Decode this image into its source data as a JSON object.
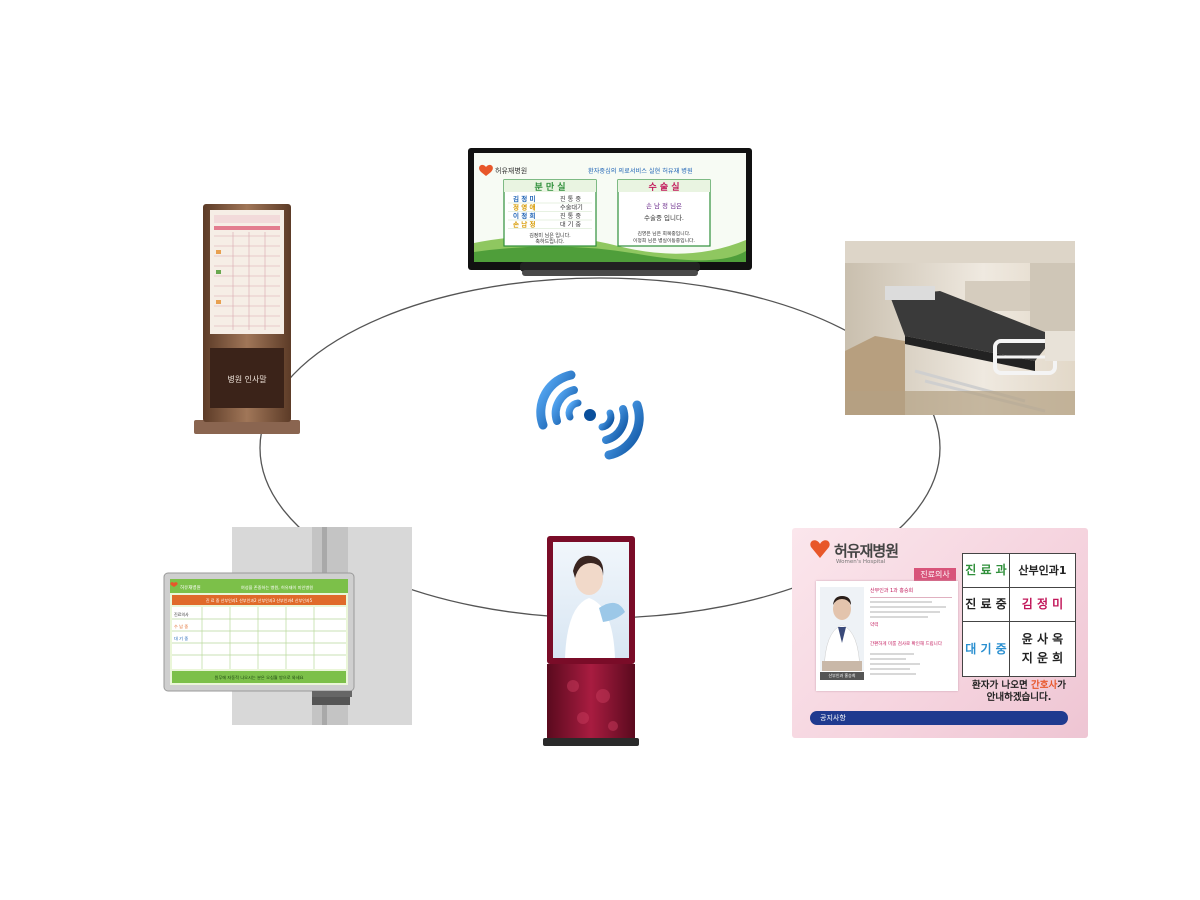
{
  "colors": {
    "ring": "#555555",
    "wifi_dark": "#0a4f9c",
    "wifi_light": "#3a8fe0",
    "logo_orange": "#e8572a",
    "tv_green": "#2f8f3a",
    "tv_sky": "#cde6f7",
    "notice_blue": "#1f3a8f",
    "pink_panel": "#f3d4de",
    "kiosk_burgundy": "#8a1030",
    "stand_bronze": "#7a5438"
  },
  "icons": {
    "center": "wifi-signal-icon",
    "logo": "heart-logo-icon"
  },
  "tv_screen": {
    "logo": "허유재병원",
    "slogan": "환자중심의 의료서비스 실현 허유재 병원",
    "left_title": "분 만 실",
    "left_rows": [
      {
        "name": "김 정 미",
        "status": "진 통 중",
        "color": "#1e63b5"
      },
      {
        "name": "정 영 애",
        "status": "수술대기",
        "color": "#d79a00"
      },
      {
        "name": "이 정 희",
        "status": "진 통 중",
        "color": "#1e63b5"
      },
      {
        "name": "손 남 정",
        "status": "대 기 중",
        "color": "#d79a00"
      }
    ],
    "left_footer": [
      "김정미 님은 입니다.",
      "축하드립니다."
    ],
    "right_title": "수 술 실",
    "right_line1": "손 남 정 님은",
    "right_line2": "수술중 입니다.",
    "right_footer": [
      "김영은 님은 회복중입니다.",
      "이정희 님은 병실이동중입니다."
    ]
  },
  "stand_kiosk": {
    "label": "병원 인사말"
  },
  "wall_display": {
    "logo": "허유재병원",
    "banner": "여성을 존중하는 병원, 허유재이 미인병원",
    "header_row": "진 료 중  산부인과1 산부인과2 산부인과3 산부인과4 산부인과5",
    "row_label": "진료의사",
    "status_rows": [
      "수 납 중",
      "대 기 중"
    ],
    "footer": "원무에 자동적 나오시는 분은 오십월 방으로 와세요"
  },
  "waiting_board": {
    "logo": "허유재병원",
    "logo_sub": "Women's Hospital",
    "doctor_tab": "진료의사",
    "doctor_title": "산부인과 1과  홍승희",
    "doctor_section": "약력",
    "doctor_caption": "산부인과 홍승희",
    "doctor_note": "간편하게 미룸 검사로 확인해 드립니다",
    "grid": [
      [
        "진 료 과",
        "산부인과1"
      ],
      [
        "진 료 중",
        "김 정 미"
      ],
      [
        "대 기 중",
        "윤 사 옥\n지 운 희"
      ]
    ],
    "message": "환자가 나오면 간호사가 안내하겠습니다.",
    "message_pre": "환자가 나오면 ",
    "message_em": "간호사",
    "message_post": "가",
    "message_line2": "안내하겠습니다.",
    "notice": "공지사항"
  }
}
